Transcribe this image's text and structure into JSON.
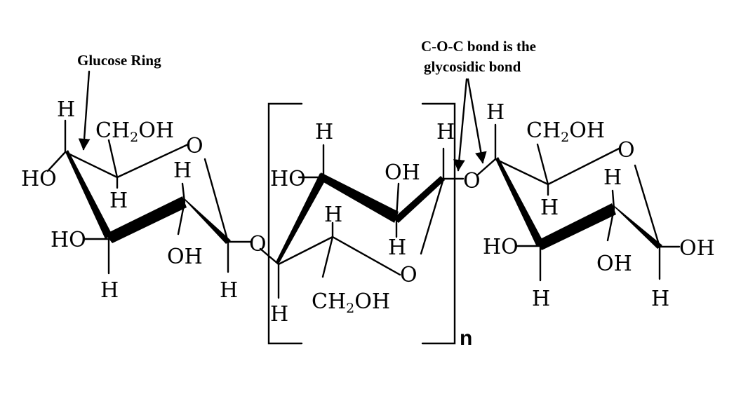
{
  "annotations": {
    "glucose_ring": "Glucose Ring",
    "glycosidic_line1": "C-O-C bond is the",
    "glycosidic_line2": "glycosidic bond"
  },
  "atoms": {
    "H": "H",
    "O": "O",
    "OH": "OH",
    "HO": "HO",
    "ch2oh_prefix": "CH",
    "ch2oh_sub": "2",
    "ch2oh_suffix": "OH"
  },
  "repeat_unit_label": "n",
  "colors": {
    "ink": "#000000",
    "background": "#ffffff"
  }
}
